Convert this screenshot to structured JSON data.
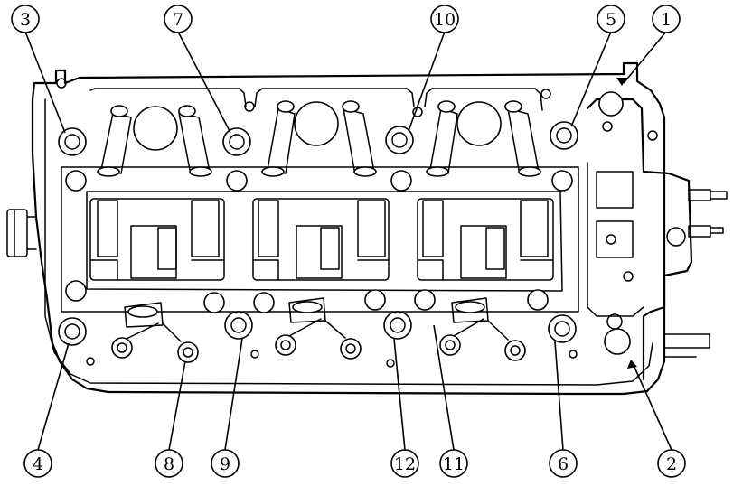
{
  "diagram": {
    "callouts": [
      {
        "id": "c1",
        "label": "1"
      },
      {
        "id": "c2",
        "label": "2"
      },
      {
        "id": "c3",
        "label": "3"
      },
      {
        "id": "c4",
        "label": "4"
      },
      {
        "id": "c5",
        "label": "5"
      },
      {
        "id": "c6",
        "label": "6"
      },
      {
        "id": "c7",
        "label": "7"
      },
      {
        "id": "c8",
        "label": "8"
      },
      {
        "id": "c9",
        "label": "9"
      },
      {
        "id": "c10",
        "label": "10"
      },
      {
        "id": "c11",
        "label": "11"
      },
      {
        "id": "c12",
        "label": "12"
      }
    ]
  },
  "colors": {
    "line": "#000000",
    "background": "#ffffff"
  }
}
